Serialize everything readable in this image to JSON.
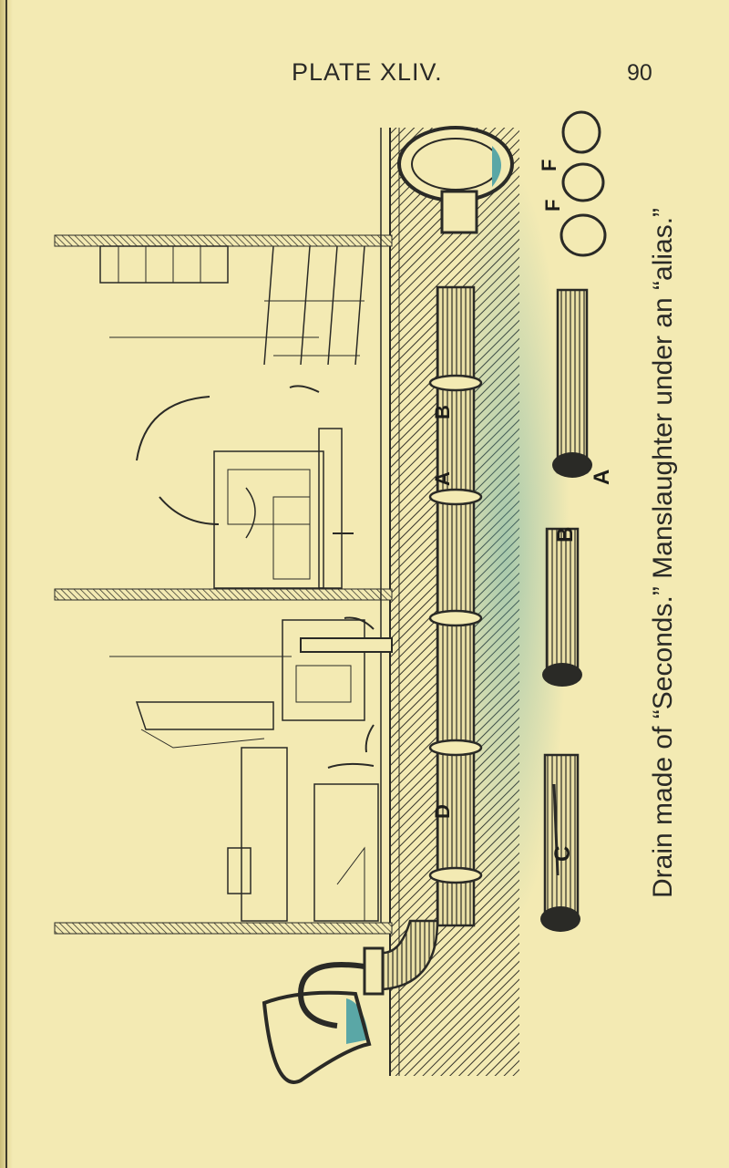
{
  "header": {
    "title": "PLATE XLIV.",
    "page_number": "90"
  },
  "caption": "Drain made of “Seconds.”  Manslaughter under an “alias.”",
  "labels": {
    "a": "A",
    "b": "B",
    "c": "C",
    "d": "D",
    "f": "F",
    "f2": "F"
  },
  "colors": {
    "paper": "#f3eab3",
    "ink": "#2a2a26",
    "sewage_gas": "#5aa7a6"
  }
}
